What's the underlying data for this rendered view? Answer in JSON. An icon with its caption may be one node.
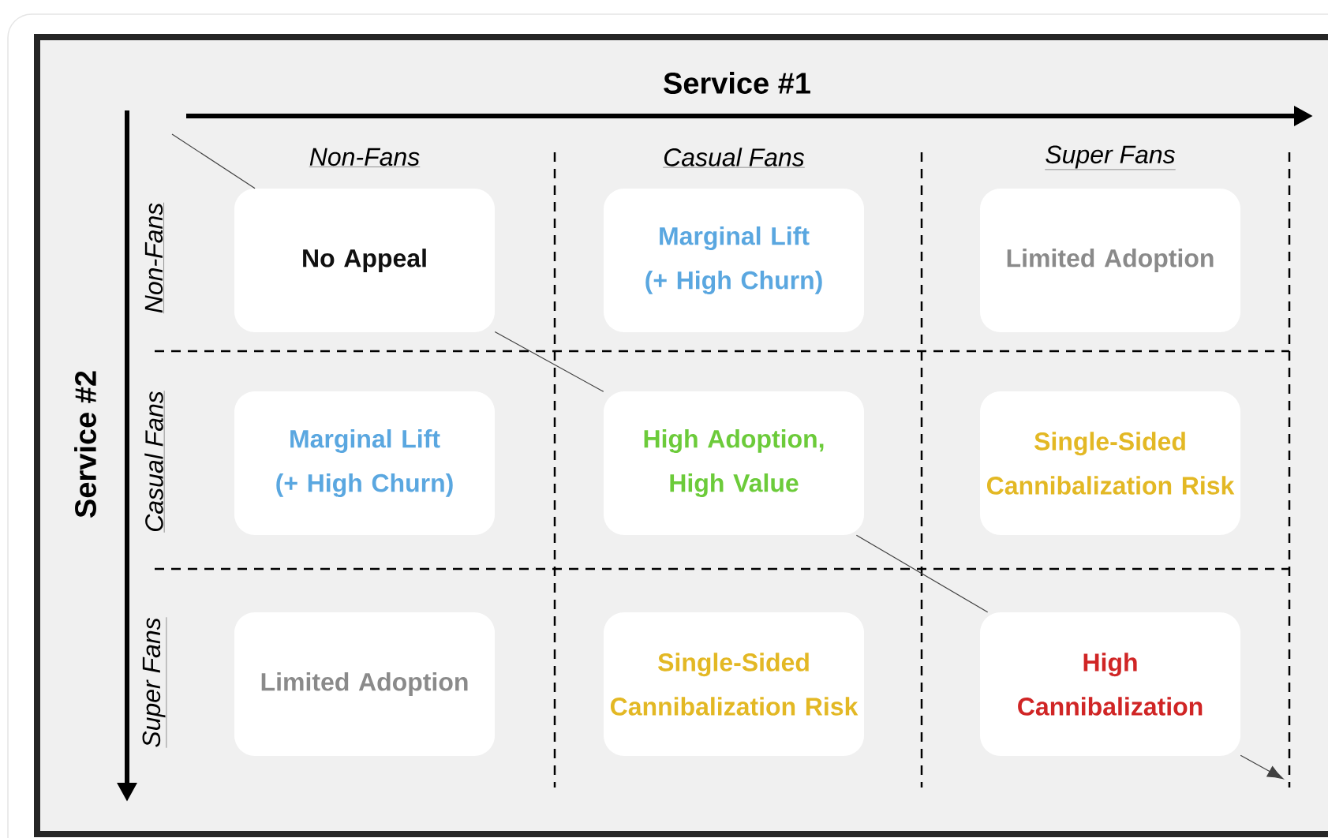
{
  "diagram": {
    "nodes": [
      {
        "text": [
          "No Appeal"
        ]
      },
      {
        "text": [
          "Marginal Lift (+ High Churn)"
        ]
      },
      {
        "text": [
          "Limited Adoption"
        ]
      },
      {
        "text": [
          "Marginal Lift (+ High Churn)"
        ]
      },
      {
        "text": [
          "High Adoption, High Value"
        ]
      },
      {
        "text": [
          "Single-Sided Cannibalization Risk"
        ]
      },
      {
        "text": [
          "Limited Adoption"
        ]
      },
      {
        "text": [
          "Single-Sided Cannibalization Risk"
        ]
      },
      {
        "text": [
          "High Cannibalization"
        ]
      }
    ],
    "edges": [
      {
        "from": null,
        "to": 0,
        "arrow": "none"
      },
      {
        "from": 0,
        "to": 4,
        "arrow": "none"
      },
      {
        "from": 4,
        "to": 8,
        "arrow": "none"
      },
      {
        "from": 8,
        "to": null,
        "arrow": "to"
      }
    ],
    "labels": [
      "Service #1",
      "Non-Fans",
      "Casual Fans",
      "Super Fans",
      "Service #2",
      "Non-Fans",
      "Casual Fans",
      "Super Fans"
    ]
  }
}
